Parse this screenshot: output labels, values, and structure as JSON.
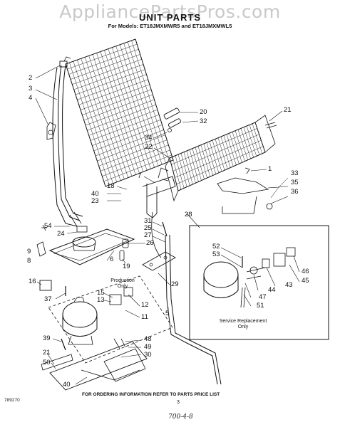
{
  "watermark": "AppliancePartsPros.com",
  "title": "UNIT PARTS",
  "models": "For Models: ET18JMXMWR5 and ET18JMXMWL5",
  "footnote": "FOR ORDERING INFORMATION REFER TO PARTS PRICE LIST",
  "page_number": "3",
  "part_code": "789270",
  "hand_mark": "700-4-8",
  "production_label": [
    "Production",
    "Only"
  ],
  "service_label": [
    "Service Replacement",
    "Only"
  ],
  "callouts": [
    "2",
    "3",
    "4",
    "20",
    "32",
    "21",
    "34",
    "22",
    "1",
    "7",
    "33",
    "35",
    "36",
    "18",
    "40",
    "23",
    "28",
    "54",
    "24",
    "31",
    "25",
    "27",
    "26",
    "52",
    "53",
    "9",
    "8",
    "6",
    "19",
    "46",
    "45",
    "16",
    "37",
    "44",
    "43",
    "47",
    "51",
    "15",
    "13",
    "12",
    "11",
    "29",
    "5",
    "48",
    "49",
    "39",
    "30",
    "21",
    "50",
    "40"
  ],
  "colors": {
    "ink": "#111111",
    "watermark": "#c9c9c9",
    "paper": "#ffffff"
  }
}
